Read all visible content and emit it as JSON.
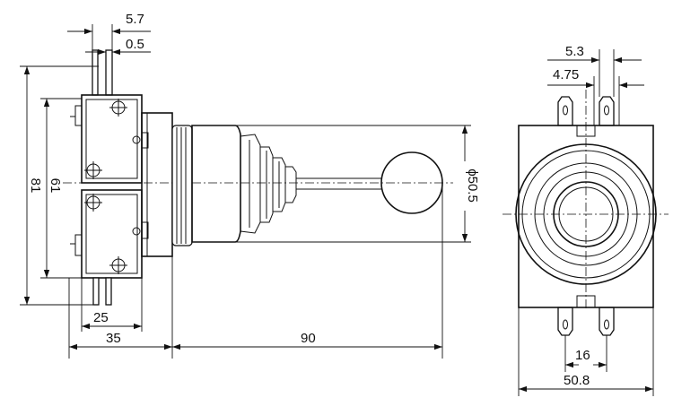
{
  "side_view": {
    "dims": {
      "tab_width": "5.7",
      "tab_thickness": "0.5",
      "overall_height": "81",
      "switch_height": "61",
      "switch_body": "25",
      "body_depth": "35",
      "lever_length": "90",
      "boot_diameter": "ϕ50.5"
    }
  },
  "front_view": {
    "dims": {
      "terminal_width": "5.3",
      "terminal_slot": "4.75",
      "terminal_pitch": "16",
      "overall_width": "50.8"
    }
  },
  "colors": {
    "line": "#111111",
    "background": "#ffffff"
  }
}
